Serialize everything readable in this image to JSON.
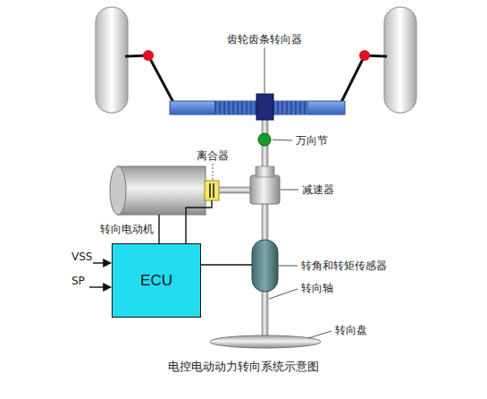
{
  "diagram": {
    "caption": "电控电动动力转向系统示意图",
    "nodes": [
      {
        "text": [
          "ECU"
        ]
      }
    ],
    "labels": [
      "齿轮齿条转向器",
      "万向节",
      "离合器",
      "减速器",
      "转向电动机",
      "VSS",
      "SP",
      "转角和转矩传感器",
      "转向轴",
      "转向盘"
    ]
  }
}
